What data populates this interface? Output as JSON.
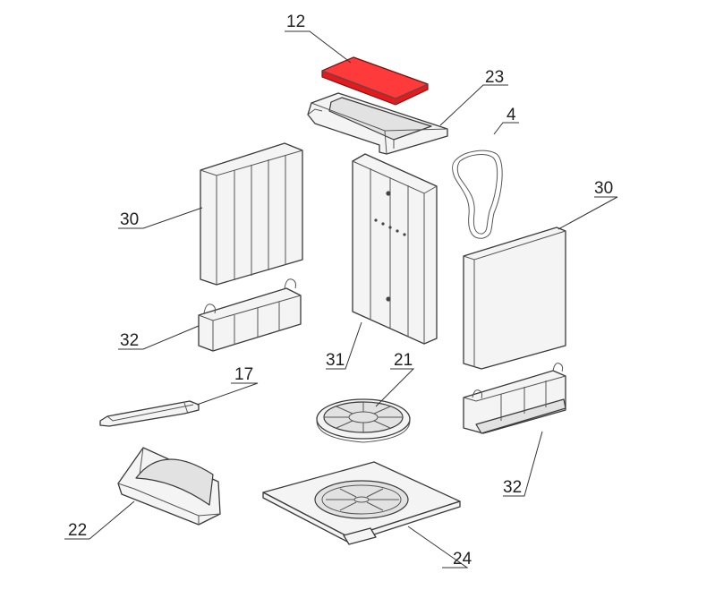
{
  "highlight_color": "#e8191c",
  "parts": [
    {
      "id": "part-12",
      "number": "12",
      "highlighted": true
    },
    {
      "id": "part-23",
      "number": "23",
      "highlighted": false
    },
    {
      "id": "part-4",
      "number": "4",
      "highlighted": false
    },
    {
      "id": "part-30-left",
      "number": "30",
      "highlighted": false
    },
    {
      "id": "part-30-right",
      "number": "30",
      "highlighted": false
    },
    {
      "id": "part-31",
      "number": "31",
      "highlighted": false
    },
    {
      "id": "part-32-left",
      "number": "32",
      "highlighted": false
    },
    {
      "id": "part-32-right",
      "number": "32",
      "highlighted": false
    },
    {
      "id": "part-17",
      "number": "17",
      "highlighted": false
    },
    {
      "id": "part-21",
      "number": "21",
      "highlighted": false
    },
    {
      "id": "part-22",
      "number": "22",
      "highlighted": false
    },
    {
      "id": "part-24",
      "number": "24",
      "highlighted": false
    }
  ]
}
